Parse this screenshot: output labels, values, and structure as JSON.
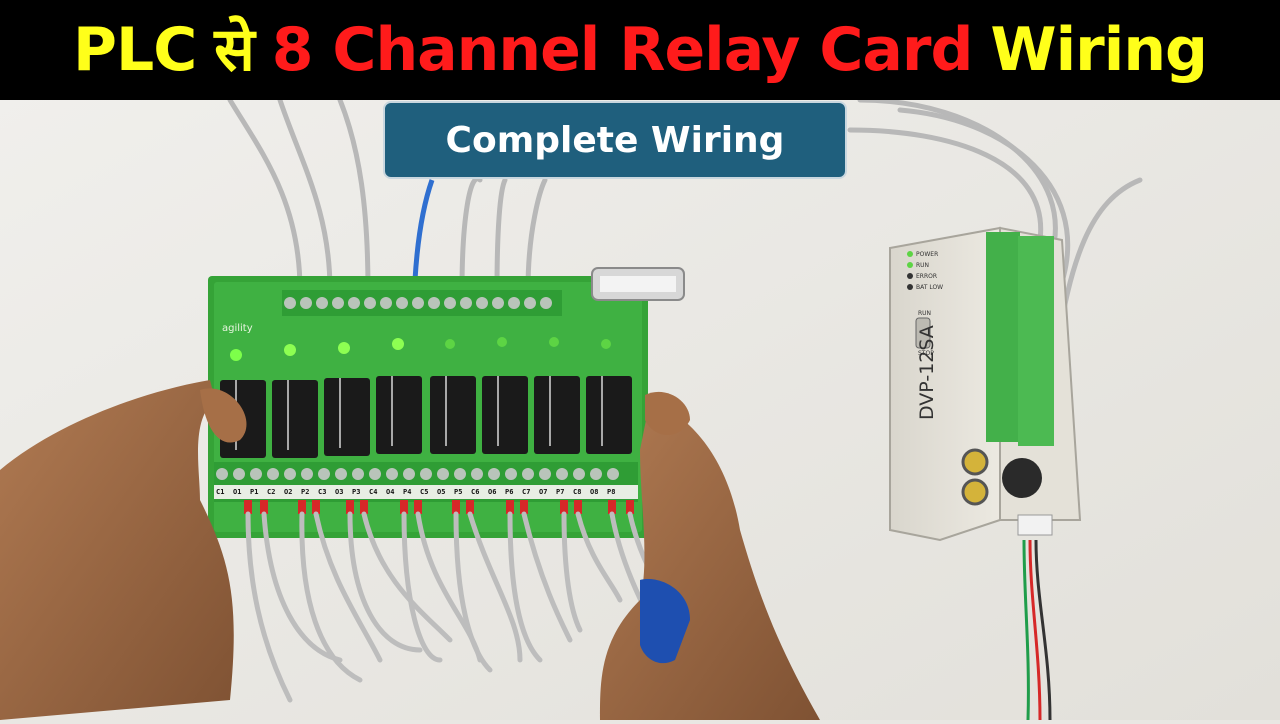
{
  "title": {
    "part1": "PLC",
    "part2": "से",
    "part3": "8 Channel Relay Card",
    "part4": "Wiring"
  },
  "subtitle": "Complete Wiring",
  "colors": {
    "title_bg": "#000000",
    "title_yellow": "#ffff1a",
    "title_red": "#ff1b1b",
    "subtitle_bg": "#1f5f7d",
    "board_green": "#3aa63a"
  },
  "board": {
    "brand": "agility",
    "terminals": [
      "C1",
      "O1",
      "P1",
      "C2",
      "O2",
      "P2",
      "C3",
      "O3",
      "P3",
      "C4",
      "O4",
      "P4",
      "C5",
      "O5",
      "P5",
      "C6",
      "O6",
      "P6",
      "C7",
      "O7",
      "P7",
      "C8",
      "O8",
      "P8"
    ]
  },
  "plc": {
    "model": "DVP-12SA",
    "leds": [
      "POWER",
      "RUN",
      "ERROR",
      "BAT LOW"
    ],
    "switch_top": "RUN",
    "switch_bottom": "STOP"
  }
}
